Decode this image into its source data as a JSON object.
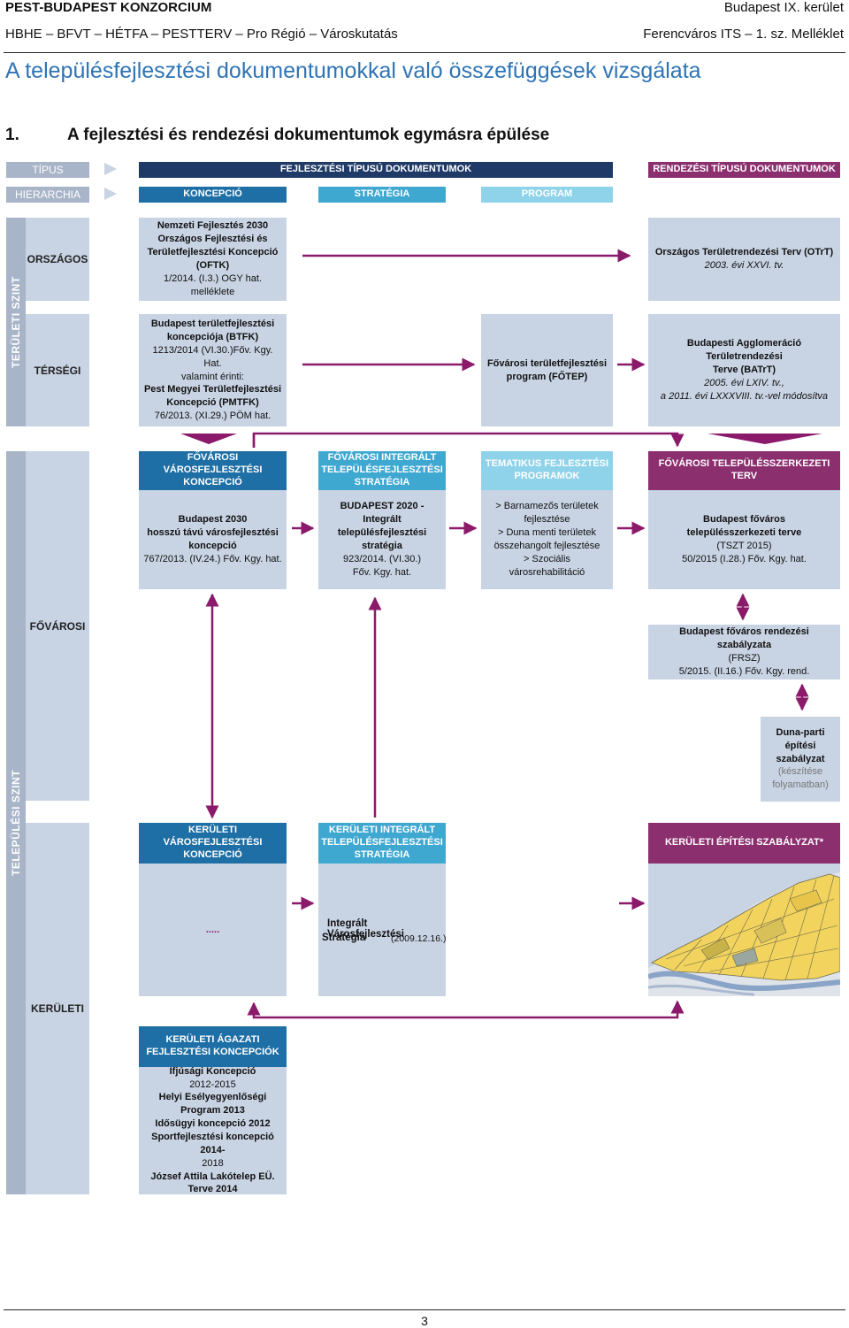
{
  "header": {
    "org": "PEST-BUDAPEST KONZORCIUM",
    "district": "Budapest IX. kerület",
    "partners": "HBHE – BFVT – HÉTFA – PESTTERV – Pro Régió – Városkutatás",
    "doc": "Ferencváros ITS – 1. sz. Melléklet"
  },
  "title": "A településfejlesztési dokumentumokkal való összefüggések vizsgálata",
  "section": {
    "number": "1.",
    "text": "A fejlesztési és rendezési dokumentumok egymásra épülése"
  },
  "diagram": {
    "row_labels": {
      "tipus": "TÍPUS",
      "hierarchia": "HIERARCHIA"
    },
    "types": {
      "fejlesztesi": "FEJLESZTÉSI TÍPUSÚ DOKUMENTUMOK",
      "rendezesi": "RENDEZÉSI TÍPUSÚ DOKUMENTUMOK"
    },
    "hierarchy": {
      "koncepcio": "KONCEPCIÓ",
      "strategia": "STRATÉGIA",
      "program": "PROGRAM"
    },
    "levels": {
      "teruleti": "TERÜLETI SZINT",
      "telepulesi": "TELEPÜLÉSI SZINT",
      "orszagos": "ORSZÁGOS",
      "tersegi": "TÉRSÉGI",
      "fovarosi": "FŐVÁROSI",
      "keruleti": "KERÜLETI"
    },
    "orszagos": {
      "oftk": [
        "Nemzeti Fejlesztés 2030",
        "Országos Fejlesztési és",
        "Területfejlesztési Koncepció",
        "(OFTK)",
        "1/2014. (I.3.) OGY hat. melléklete"
      ],
      "otrt_1": "Országos Területrendezési Terv (OTrT)",
      "otrt_2": "2003. évi XXVI. tv."
    },
    "tersegi": {
      "btfk": [
        "Budapest területfejlesztési",
        "koncepciója (BTFK)",
        "1213/2014 (VI.30.)Főv. Kgy. Hat.",
        "valamint érinti:",
        "Pest Megyei Területfejlesztési",
        "Koncepció (PMTFK)",
        "76/2013. (XI.29.) PÖM hat."
      ],
      "fotep": [
        "Fővárosi területfejlesztési",
        "program (FŐTEP)"
      ],
      "batrt": [
        "Budapesti Agglomeráció Területrendezési",
        "Terve (BATrT)",
        "2005. évi LXIV. tv.,",
        "a 2011. évi LXXXVIII. tv.-vel módosítva"
      ]
    },
    "fovarosi": {
      "h_koncepcio": "FŐVÁROSI VÁROSFEJLESZTÉSI KONCEPCIÓ",
      "h_strategia": "FŐVÁROSI INTEGRÁLT TELEPÜLÉSFEJLESZTÉSI STRATÉGIA",
      "h_program": "TEMATIKUS FEJLESZTÉSI PROGRAMOK",
      "h_rendezesi": "FŐVÁROSI TELEPÜLÉSSZERKEZETI TERV",
      "koncepcio": [
        "Budapest 2030",
        "hosszú távú városfejlesztési",
        "koncepció",
        "767/2013. (IV.24.) Főv. Kgy. hat."
      ],
      "strategia": [
        "BUDAPEST 2020 -",
        "Integrált településfejlesztési",
        "stratégia",
        "923/2014. (VI.30.)",
        "Főv. Kgy. hat."
      ],
      "program": [
        "> Barnamezős területek",
        "fejlesztése",
        "> Duna menti területek",
        "összehangolt fejlesztése",
        "> Szociális városrehabilitáció"
      ],
      "tszt": [
        "Budapest főváros",
        "településszerkezeti terve",
        "(TSZT 2015)",
        "50/2015 (I.28.) Főv. Kgy. hat."
      ],
      "frsz": [
        "Budapest főváros rendezési szabályzata",
        "(FRSZ)",
        "5/2015. (II.16.) Főv. Kgy. rend."
      ],
      "duna": [
        "Duna-parti építési",
        "szabályzat",
        "(készítése",
        "folyamatban)"
      ]
    },
    "keruleti": {
      "h_koncepcio": "KERÜLETI VÁROSFEJLESZTÉSI KONCEPCIÓ",
      "h_strategia": "KERÜLETI INTEGRÁLT TELEPÜLÉSFEJLESZTÉSI STRATÉGIA",
      "h_rendezesi": "KERÜLETI ÉPÍTÉSI SZABÁLYZAT*",
      "koncepcio": ".....",
      "strategia_1": "Integrált Városfejlesztési",
      "strategia_2": "Stratégia",
      "strategia_3": "(2009.12.16.)",
      "h_agazati": "KERÜLETI ÁGAZATI FEJLESZTÉSI KONCEPCIÓK",
      "agazati": [
        "Ifjúsági Koncepció",
        "2012-2015",
        "Helyi Esélyegyenlőségi",
        "Program 2013",
        "Idősügyi koncepció 2012",
        "Sportfejlesztési koncepció 2014-",
        "2018",
        "József Attila Lakótelep EÜ.",
        "Terve 2014"
      ]
    },
    "colors": {
      "arrow": "#8b1a6b",
      "box": "#c8d3e3",
      "navy": "#1f3a66",
      "blue": "#1e6fa5",
      "purple": "#8b2f6f"
    }
  },
  "page_number": "3"
}
